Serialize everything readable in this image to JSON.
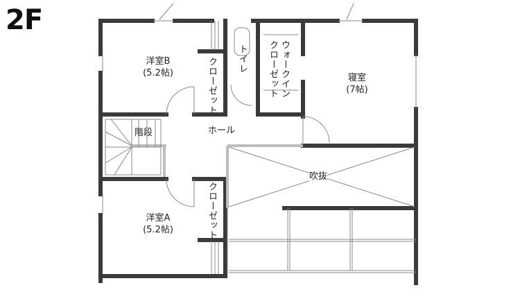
{
  "floor": {
    "label": "2F"
  },
  "rooms": {
    "bedroom_b": {
      "name": "洋室B",
      "size": "(5.2帖)"
    },
    "bedroom_a": {
      "name": "洋室A",
      "size": "(5.2帖)"
    },
    "master": {
      "name": "寝室",
      "size": "(7帖)"
    },
    "closet_b": {
      "name": "クローゼット"
    },
    "closet_a": {
      "name": "クローゼット"
    },
    "toilet": {
      "name": "トイレ"
    },
    "walk_in_1": {
      "name": "ウォークイン"
    },
    "walk_in_2": {
      "name": "クローゼット"
    },
    "stairs": {
      "name": "階段"
    },
    "hall": {
      "name": "ホール"
    },
    "void": {
      "name": "吹抜"
    }
  },
  "colors": {
    "wall": "#3a3a3a",
    "thin_line": "#888888",
    "light_wall": "#bdbdbd"
  }
}
